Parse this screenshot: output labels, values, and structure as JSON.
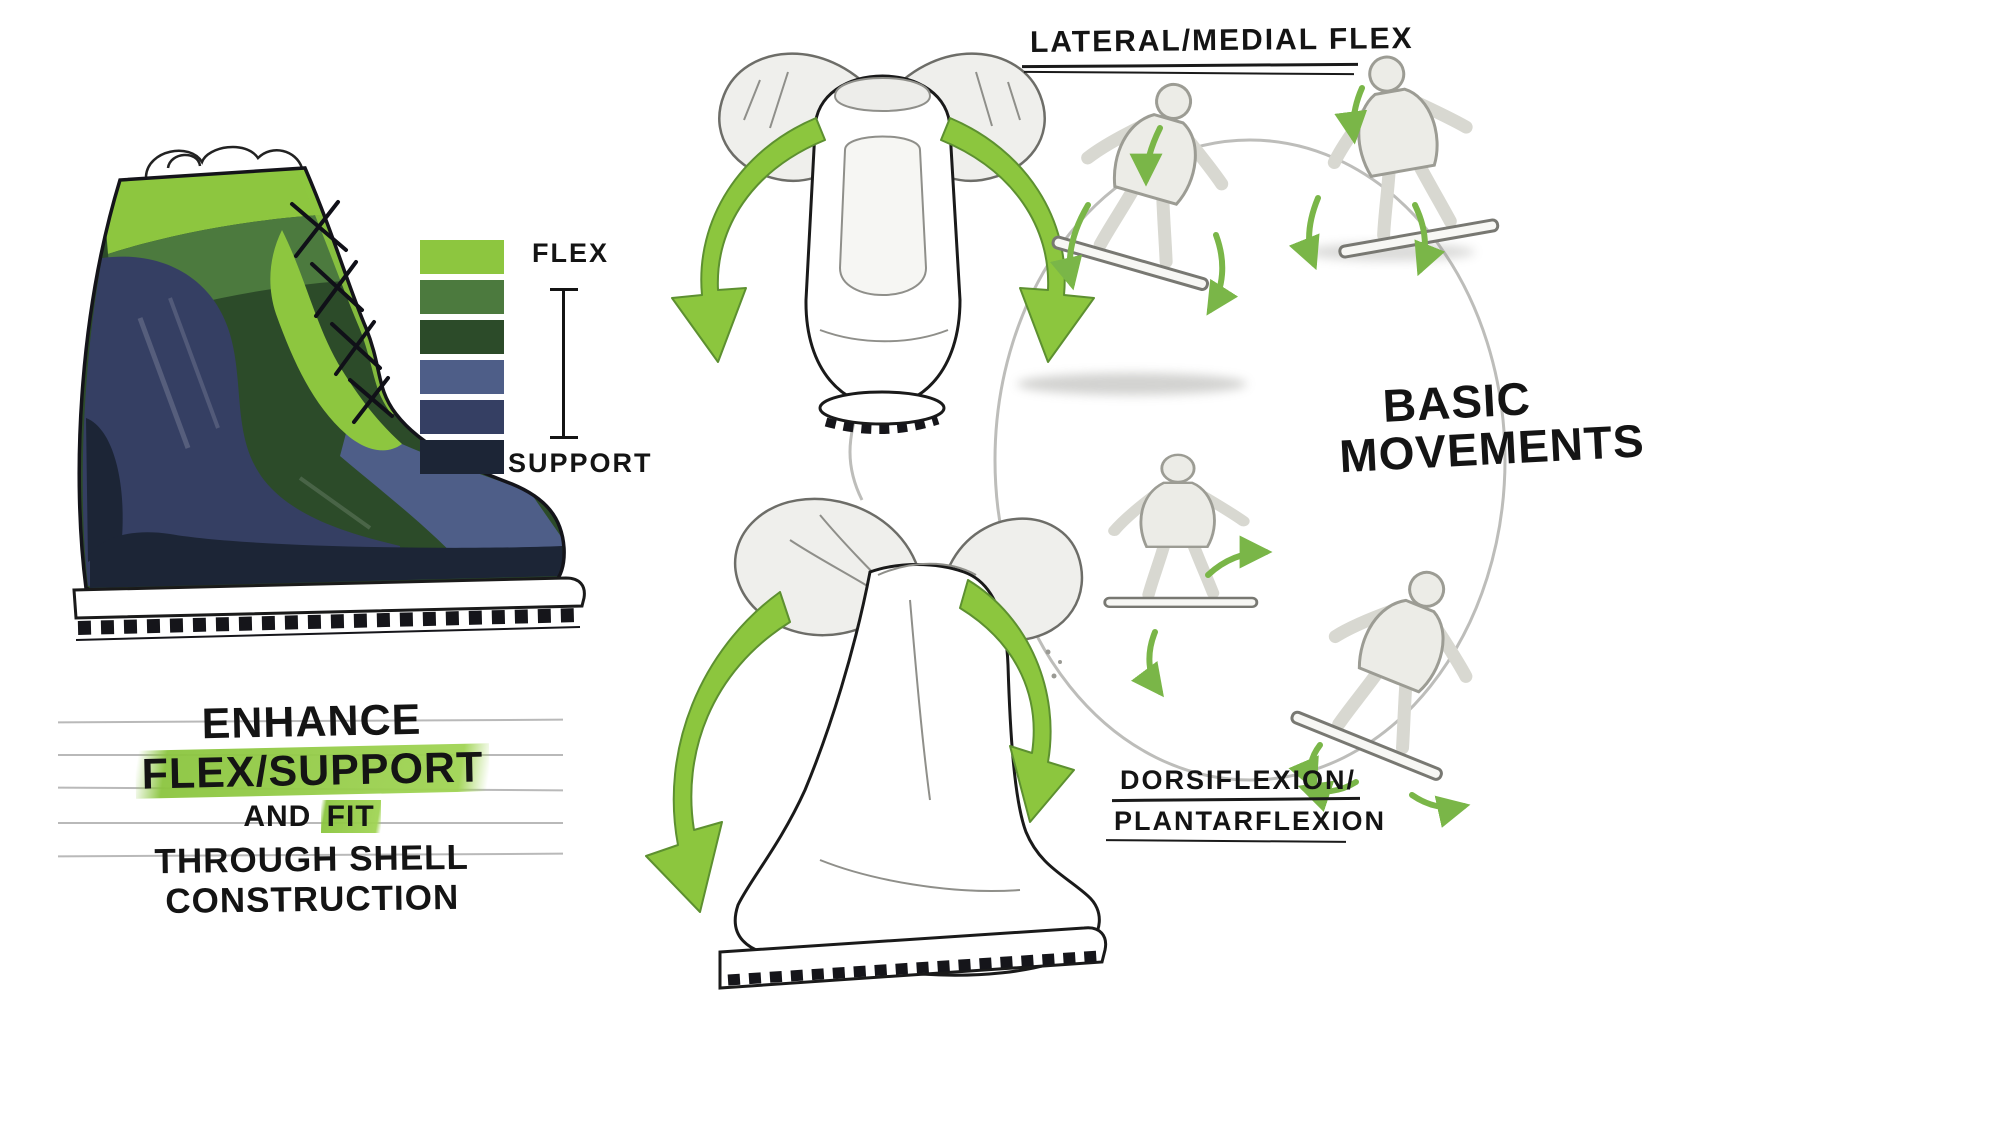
{
  "title": "Snowboard boot shell construction concept sketch",
  "colors": {
    "accent_green": "#8CC63E",
    "arrow_green": "#7AB648",
    "support_navy": "#1C2536",
    "sketch_gray": "#BDBDBA",
    "ink": "#1A1A1A"
  },
  "legend": {
    "flex_label": "FLEX",
    "support_label": "SUPPORT",
    "swatches": [
      {
        "name": "flex-light-green",
        "hex": "#8DC63F"
      },
      {
        "name": "medium-green",
        "hex": "#4C7A3E"
      },
      {
        "name": "dark-green",
        "hex": "#2C4B29"
      },
      {
        "name": "slate-blue",
        "hex": "#4E5E88"
      },
      {
        "name": "navy",
        "hex": "#353F63"
      },
      {
        "name": "support-dark-navy",
        "hex": "#1C2536"
      }
    ]
  },
  "caption": {
    "line1_plain": "ENHANCE",
    "line1_highlight": "FLEX/SUPPORT",
    "line2_plain": "AND",
    "line2_highlight": "FIT",
    "line3": "THROUGH SHELL CONSTRUCTION"
  },
  "movement_labels": {
    "top": "LATERAL/MEDIAL FLEX",
    "center_line1": "BASIC",
    "center_line2": "MOVEMENTS",
    "bottom_line1": "DORSIFLEXION/",
    "bottom_line2": "PLANTARFLEXION"
  }
}
